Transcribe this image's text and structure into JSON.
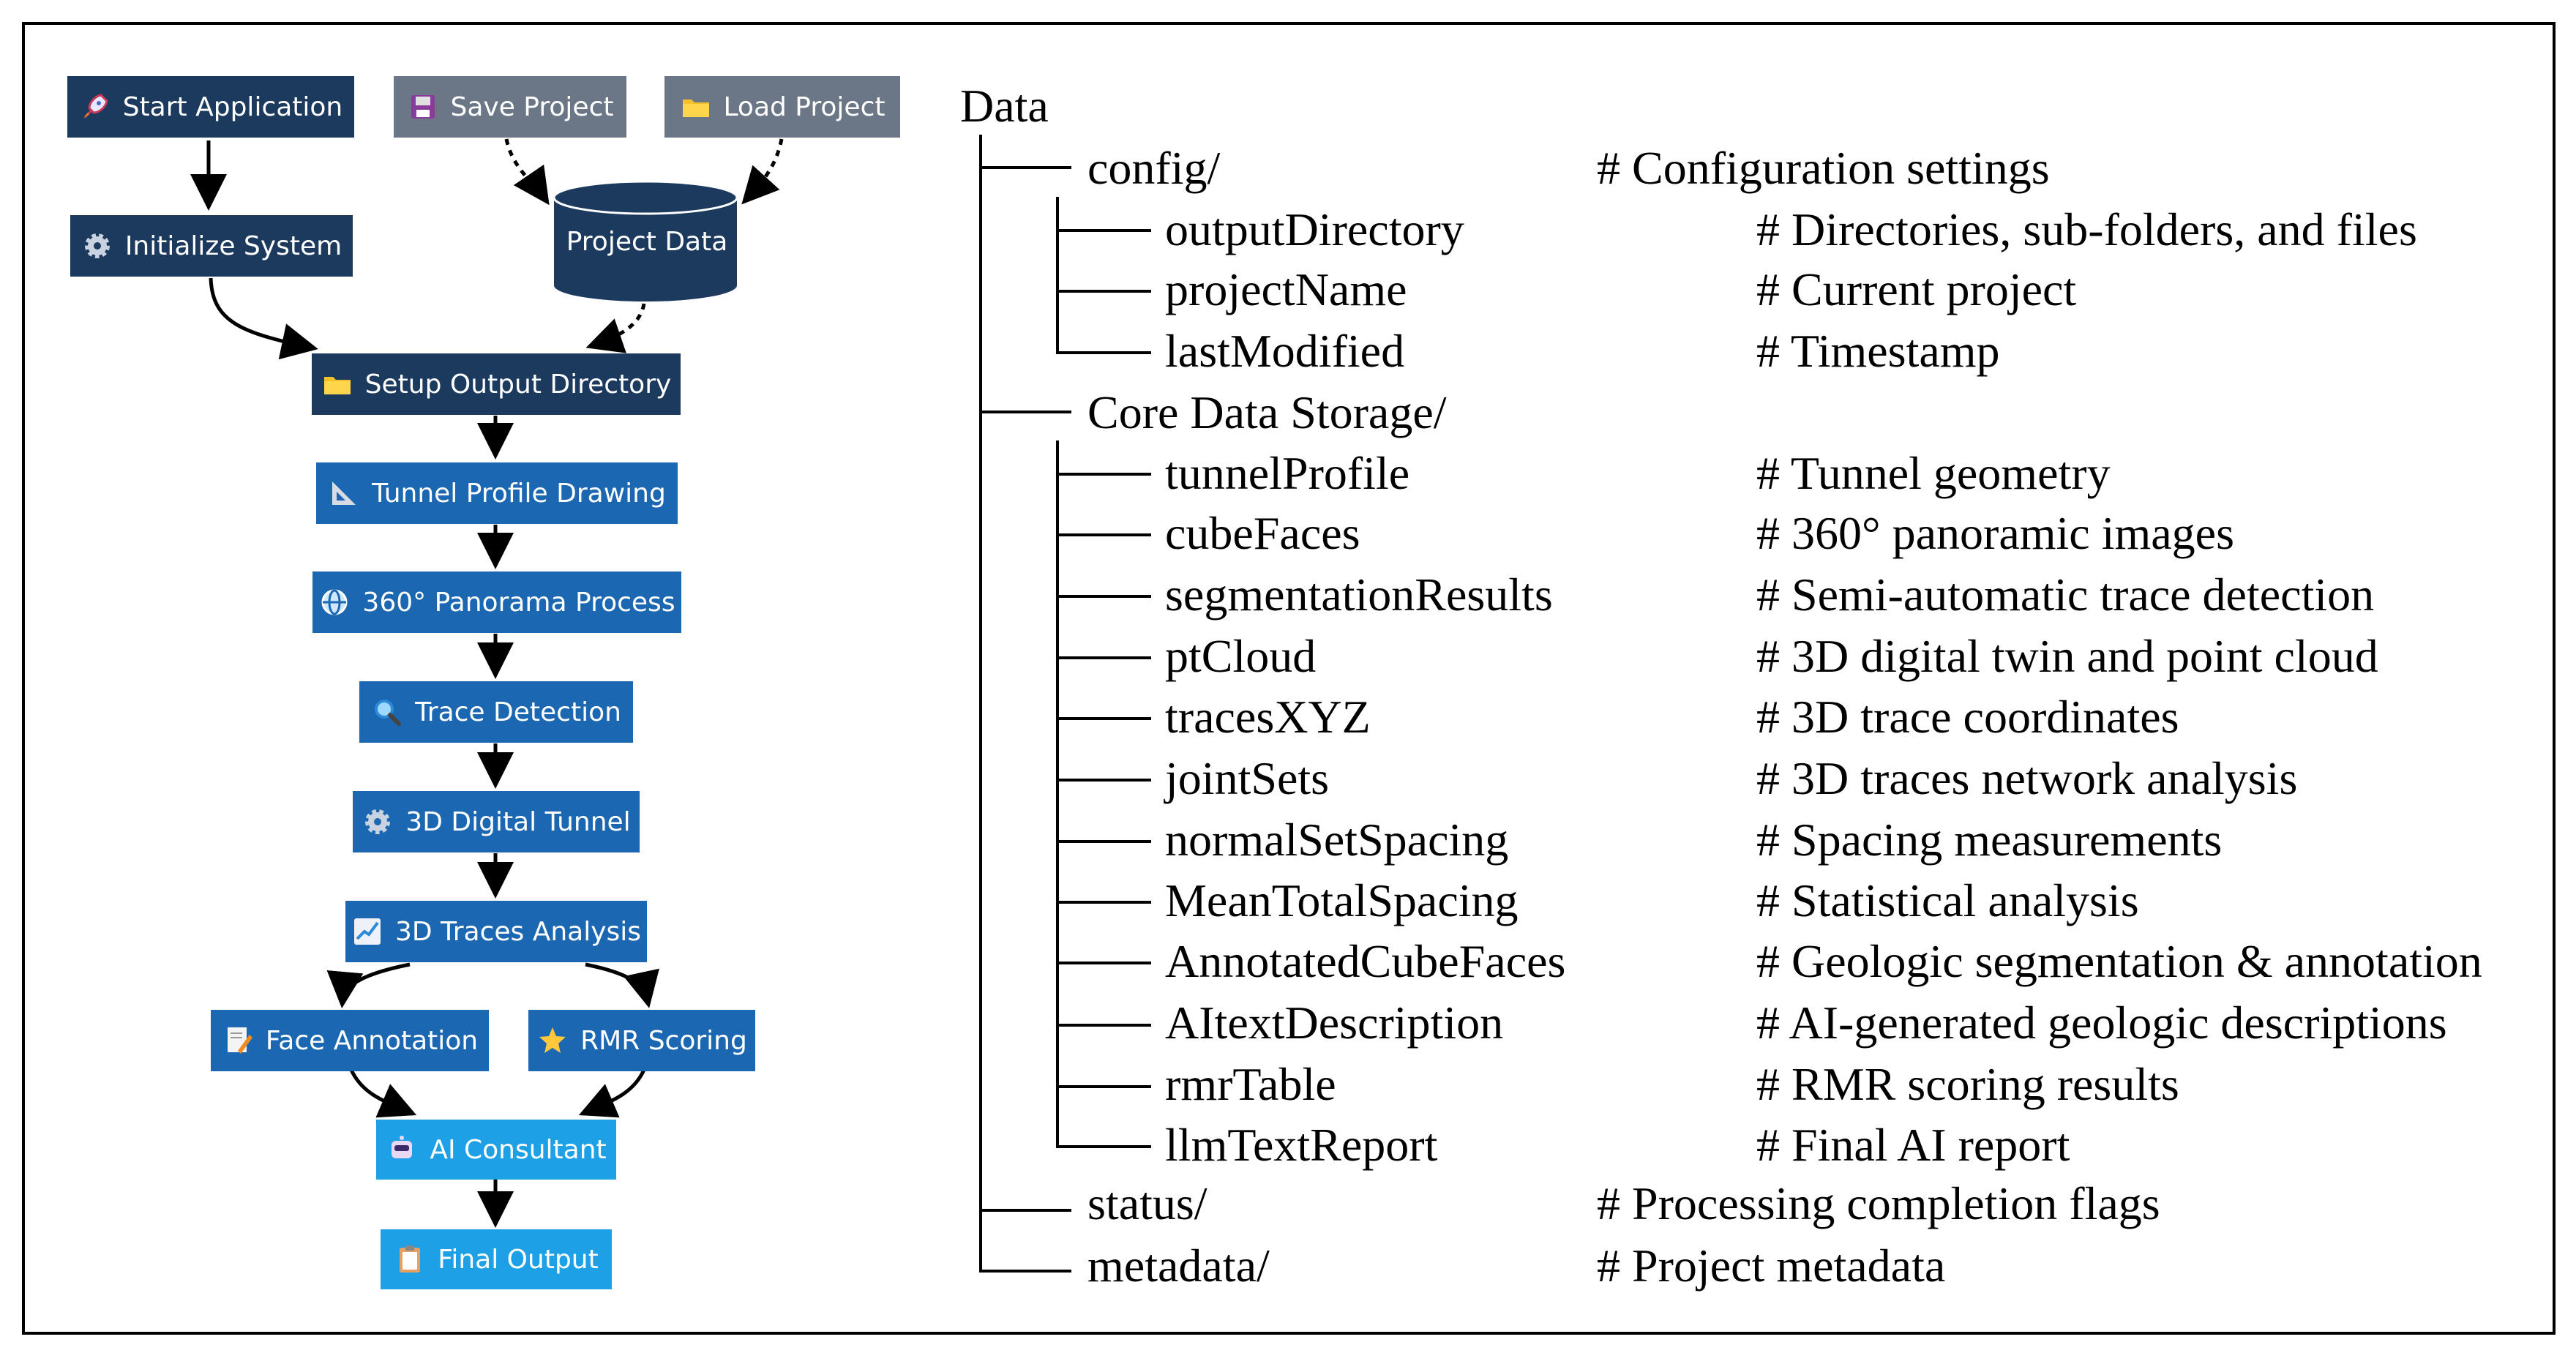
{
  "flowchart": {
    "nodes": {
      "start_application": {
        "label": "Start Application",
        "icon": "rocket-icon"
      },
      "save_project": {
        "label": "Save Project",
        "icon": "floppy-disk-icon"
      },
      "load_project": {
        "label": "Load Project",
        "icon": "folder-icon"
      },
      "initialize_system": {
        "label": "Initialize System",
        "icon": "gear-icon"
      },
      "project_data": {
        "label": "Project Data",
        "icon": "database-icon"
      },
      "setup_output_directory": {
        "label": "Setup Output Directory",
        "icon": "folder-icon"
      },
      "tunnel_profile_drawing": {
        "label": "Tunnel Profile Drawing",
        "icon": "set-square-icon"
      },
      "panorama_process": {
        "label": "360° Panorama Process",
        "icon": "globe-icon"
      },
      "trace_detection": {
        "label": "Trace Detection",
        "icon": "magnifier-icon"
      },
      "digital_tunnel": {
        "label": "3D Digital Tunnel",
        "icon": "gear-icon"
      },
      "traces_analysis": {
        "label": "3D Traces Analysis",
        "icon": "line-chart-icon"
      },
      "face_annotation": {
        "label": "Face Annotation",
        "icon": "memo-icon"
      },
      "rmr_scoring": {
        "label": "RMR Scoring",
        "icon": "star-icon"
      },
      "ai_consultant": {
        "label": "AI Consultant",
        "icon": "robot-icon"
      },
      "final_output": {
        "label": "Final Output",
        "icon": "clipboard-icon"
      }
    },
    "colors": {
      "navy": "#1c3a5e",
      "grey": "#6b7786",
      "blue": "#1b67b1",
      "sky": "#1ea0e6"
    }
  },
  "tree": {
    "root": "Data",
    "config": {
      "name": "config/",
      "comment": "# Configuration settings",
      "children": [
        {
          "name": "outputDirectory",
          "comment": "# Directories, sub-folders, and files"
        },
        {
          "name": "projectName",
          "comment": "# Current project"
        },
        {
          "name": "lastModified",
          "comment": "# Timestamp"
        }
      ]
    },
    "core": {
      "name": "Core Data Storage/",
      "comment": "",
      "children": [
        {
          "name": "tunnelProfile",
          "comment": "# Tunnel geometry"
        },
        {
          "name": "cubeFaces",
          "comment": "# 360° panoramic images"
        },
        {
          "name": "segmentationResults",
          "comment": "# Semi-automatic trace detection"
        },
        {
          "name": "ptCloud",
          "comment": "# 3D digital twin and point cloud"
        },
        {
          "name": "tracesXYZ",
          "comment": "# 3D trace coordinates"
        },
        {
          "name": "jointSets",
          "comment": "# 3D traces network analysis"
        },
        {
          "name": "normalSetSpacing",
          "comment": "# Spacing measurements"
        },
        {
          "name": "MeanTotalSpacing",
          "comment": "# Statistical analysis"
        },
        {
          "name": "AnnotatedCubeFaces",
          "comment": "# Geologic segmentation & annotation"
        },
        {
          "name": "AItextDescription",
          "comment": "# AI-generated geologic descriptions"
        },
        {
          "name": "rmrTable",
          "comment": "# RMR scoring results"
        },
        {
          "name": "llmTextReport",
          "comment": "# Final AI report"
        }
      ]
    },
    "status": {
      "name": "status/",
      "comment": "# Processing completion flags"
    },
    "metadata": {
      "name": "metadata/",
      "comment": "# Project metadata"
    }
  }
}
